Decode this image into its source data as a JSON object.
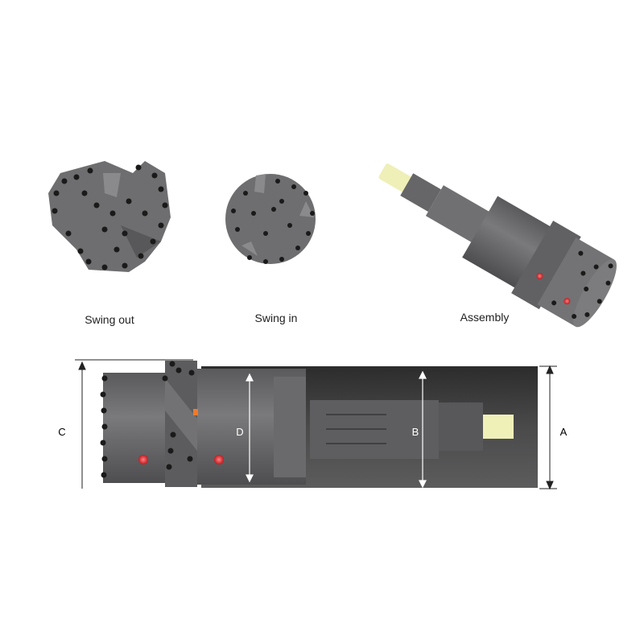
{
  "views": {
    "swing_out": {
      "label": "Swing out"
    },
    "swing_in": {
      "label": "Swing in"
    },
    "assembly": {
      "label": "Assembly"
    }
  },
  "dimensions": {
    "A": "A",
    "B": "B",
    "C": "C",
    "D": "D"
  },
  "colors": {
    "steel": "#6b6b6d",
    "dark_casing": "#3a3a3b",
    "button": "#1a1a1a",
    "shank": "#efefb8",
    "marker_red": "#d9262b",
    "marker_orange": "#f07a2a"
  }
}
